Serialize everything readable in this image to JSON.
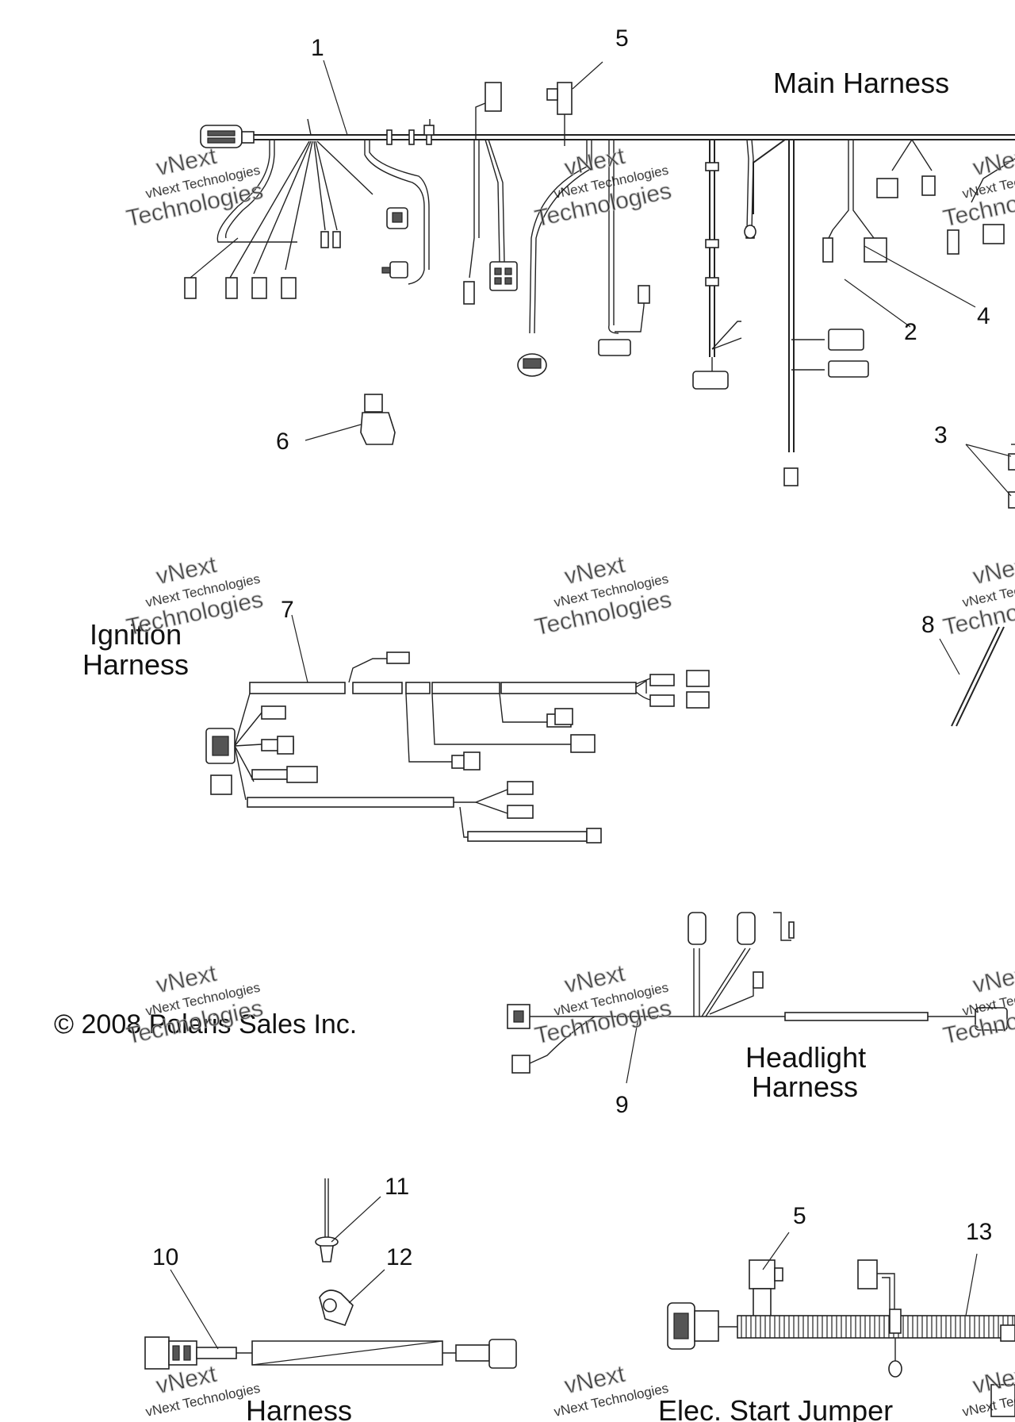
{
  "titles": {
    "main_harness": "Main Harness",
    "ignition_harness_line1": "Ignition",
    "ignition_harness_line2": "Harness",
    "headlight_harness_line1": "Headlight",
    "headlight_harness_line2": "Harness",
    "bottom_left_harness": "Harness",
    "elec_start_jumper": "Elec. Start Jumper"
  },
  "copyright": "© 2008 Polaris Sales Inc.",
  "callouts": {
    "c1": "1",
    "c2": "2",
    "c3": "3",
    "c4": "4",
    "c5_top": "5",
    "c6": "6",
    "c7": "7",
    "c8": "8",
    "c9": "9",
    "c10": "10",
    "c11": "11",
    "c12": "12",
    "c5_bottom": "5",
    "c13": "13"
  },
  "watermark": {
    "brand": "vNext",
    "line1": "vNext Technologies",
    "line2": "Technologies"
  },
  "colors": {
    "line": "#222222",
    "background": "#ffffff",
    "watermark": "#8a8a8a"
  }
}
